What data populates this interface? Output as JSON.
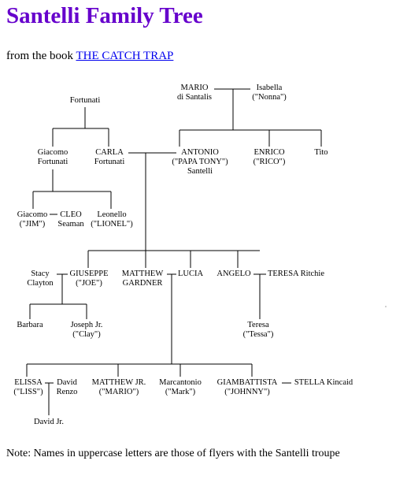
{
  "page": {
    "title": "Santelli Family Tree",
    "intro_prefix": "from the book ",
    "intro_link": "THE CATCH TRAP",
    "note": "Note: Names in uppercase letters are those of flyers with the Santelli troupe"
  },
  "tree": {
    "mario": "MARIO\ndi Santalis",
    "isabella": "Isabella\n(\"Nonna\")",
    "fortunati": "Fortunati",
    "giacomo": "Giacomo\nFortunati",
    "carla": "CARLA\nFortunati",
    "antonio": "ANTONIO\n(\"PAPA TONY\")\nSantelli",
    "enrico": "ENRICO\n(\"RICO\")",
    "tito": "Tito",
    "giacomo_jim": "Giacomo\n(\"JIM\")",
    "cleo": "CLEO\nSeaman",
    "leonello": "Leonello\n(\"LIONEL\")",
    "stacy": "Stacy\nClayton",
    "giuseppe": "GIUSEPPE\n(\"JOE\")",
    "matthew": "MATTHEW\nGARDNER",
    "lucia": "LUCIA",
    "angelo": "ANGELO",
    "teresa_ritchie": "TERESA Ritchie",
    "barbara": "Barbara",
    "joseph": "Joseph Jr.\n(\"Clay\")",
    "tessa": "Teresa\n(\"Tessa\")",
    "elissa": "ELISSA\n(\"LISS\")",
    "david": "David\nRenzo",
    "matthew_jr": "MATTHEW JR.\n(\"MARIO\")",
    "marcantonio": "Marcantonio\n(\"Mark\")",
    "giambattista": "GIAMBATTISTA\n(\"JOHNNY\")",
    "stella": "STELLA Kincaid",
    "david_jr": "David Jr."
  }
}
